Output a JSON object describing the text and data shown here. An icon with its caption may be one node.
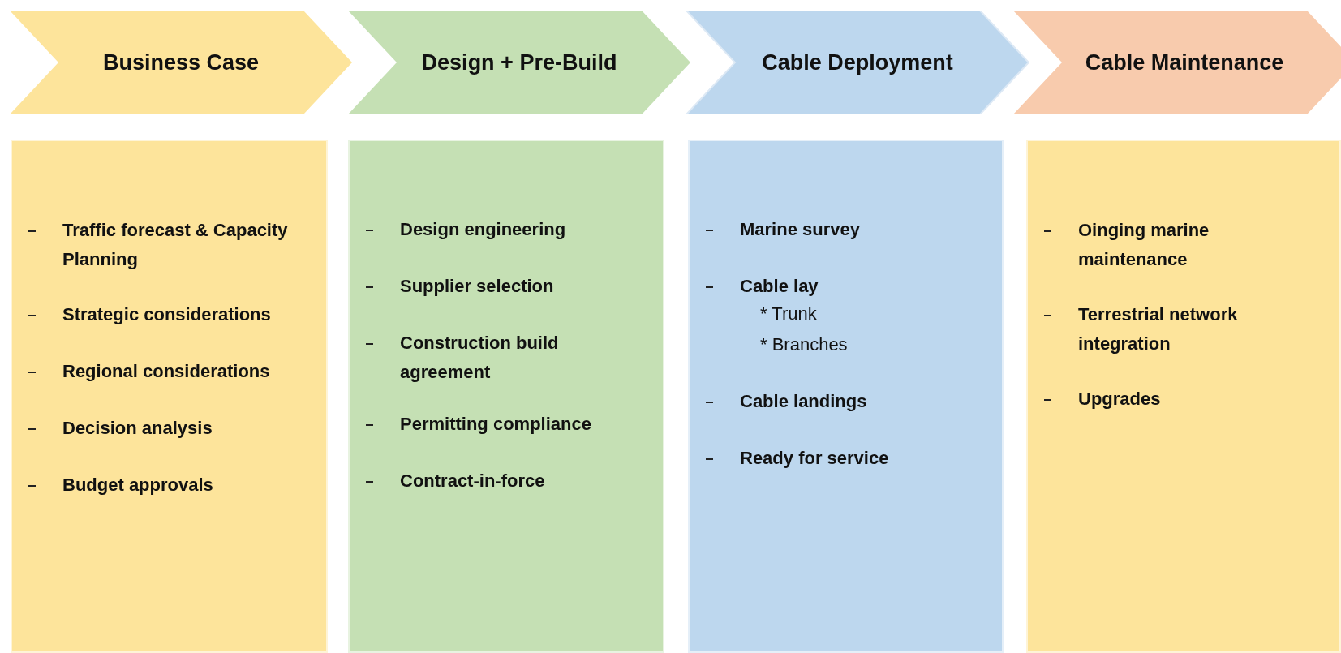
{
  "diagram": {
    "nodes": [
      {
        "text": [
          "Business Case"
        ]
      },
      {
        "text": [
          "Design + Pre-Build"
        ]
      },
      {
        "text": [
          "Cable Deployment"
        ]
      },
      {
        "text": [
          "Cable Maintenance"
        ]
      },
      {
        "text": [
          "Traffic forecast & Capacity Planning",
          "Strategic considerations",
          "Regional considerations",
          "Decision analysis",
          "Budget approvals"
        ]
      },
      {
        "text": [
          "Design engineering",
          "Supplier selection",
          "Construction build agreement",
          "Permitting compliance",
          "Contract-in-force"
        ]
      },
      {
        "text": [
          "Marine survey",
          "Cable lay",
          "* Trunk",
          "* Branches",
          "Cable landings",
          "Ready for service"
        ]
      },
      {
        "text": [
          "Oinging marine maintenance",
          "Terrestrial network integration",
          "Upgrades"
        ]
      }
    ]
  }
}
